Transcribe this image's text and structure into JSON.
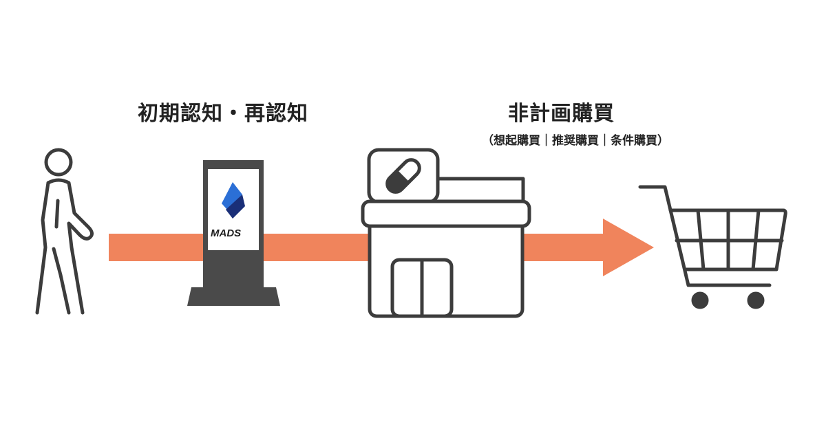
{
  "diagram": {
    "stage_left": {
      "title": "初期認知・再認知"
    },
    "stage_right": {
      "title": "非計画購買",
      "subtitle": "（想起購買｜推奨購買｜条件購買）"
    },
    "signage": {
      "logo_text": "MADS"
    },
    "colors": {
      "arrow": "#f0845c",
      "icon_stroke": "#3c3c3c",
      "signage_body": "#4a4a4a",
      "logo_blue": "#2b6fd6"
    },
    "icons": [
      "person-walking-icon",
      "digital-signage-icon",
      "drugstore-icon",
      "capsule-icon",
      "shopping-cart-icon"
    ]
  }
}
